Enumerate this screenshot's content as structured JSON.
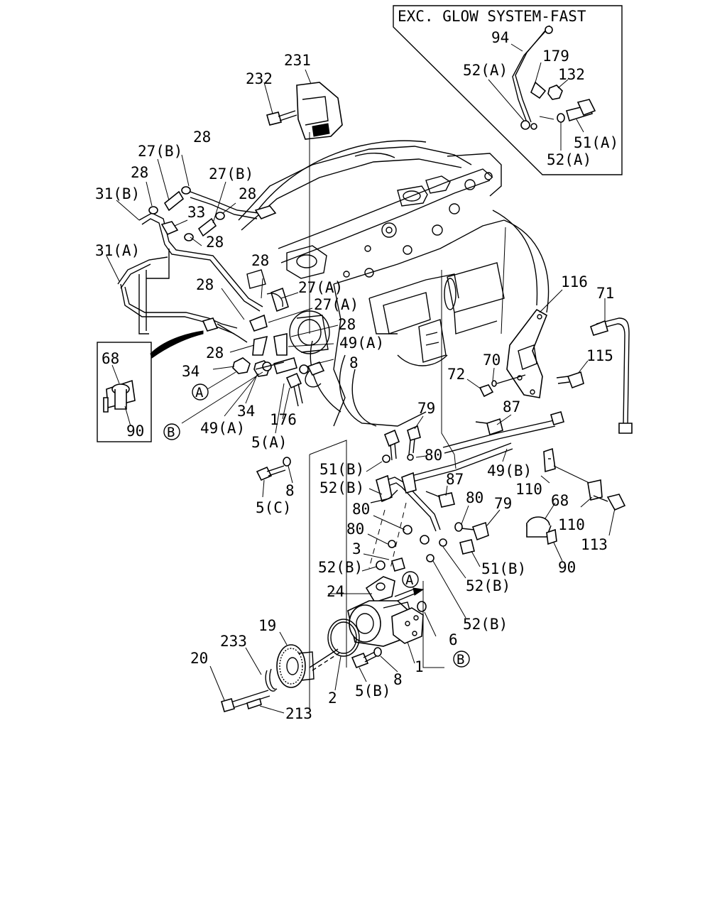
{
  "inset_top": {
    "title": "EXC. GLOW SYSTEM-FAST",
    "labels": [
      "94",
      "179",
      "132",
      "52(A)",
      "51(A)",
      "52(A)"
    ]
  },
  "inset_left": {
    "labels": [
      "68",
      "90"
    ]
  },
  "callouts": {
    "c231": "231",
    "c232": "232",
    "c28a": "28",
    "c27b_a": "27(B)",
    "c28b": "28",
    "c27b_b": "27(B)",
    "c28c": "28",
    "c31b": "31(B)",
    "c33": "33",
    "c28d": "28",
    "c31a": "31(A)",
    "c28e": "28",
    "c28f": "28",
    "c27a_a": "27(A)",
    "c27a_b": "27(A)",
    "c28g": "28",
    "c49a_a": "49(A)",
    "c28h": "28",
    "c8a": "8",
    "c34a": "34",
    "c34b": "34",
    "c49a_b": "49(A)",
    "c176": "176",
    "c5a": "5(A)",
    "c8b": "8",
    "c5c": "5(C)",
    "c116": "116",
    "c71": "71",
    "c115": "115",
    "c70": "70",
    "c72": "72",
    "c79a": "79",
    "c87a": "87",
    "c80a": "80",
    "c51b_a": "51(B)",
    "c52b_a": "52(B)",
    "c49b": "49(B)",
    "c87b": "87",
    "c110a": "110",
    "c68": "68",
    "c110b": "110",
    "c113": "113",
    "c90": "90",
    "c80b": "80",
    "c79b": "79",
    "c80c": "80",
    "c80d": "80",
    "c3": "3",
    "c52b_b": "52(B)",
    "c51b_b": "51(B)",
    "c52b_c": "52(B)",
    "c24": "24",
    "c52b_d": "52(B)",
    "c6": "6",
    "c19": "19",
    "c233": "233",
    "c20": "20",
    "c2": "2",
    "c5b": "5(B)",
    "c8c": "8",
    "c1": "1",
    "c213": "213"
  },
  "ref_marks": {
    "a": "A",
    "b": "B"
  }
}
